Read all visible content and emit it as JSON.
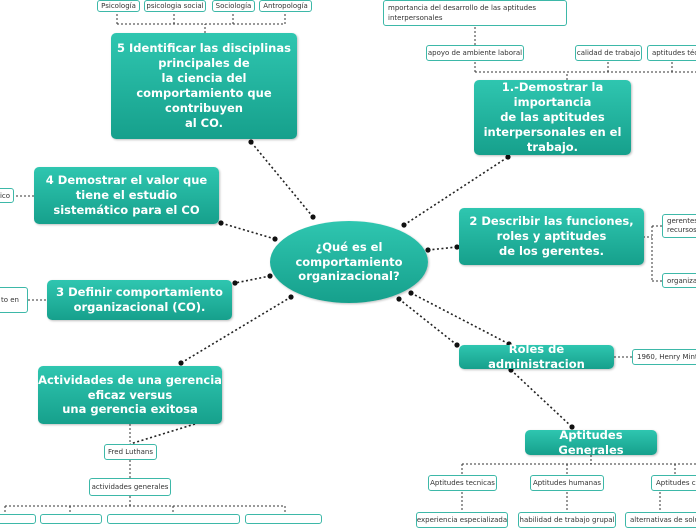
{
  "central": "¿Qué es el\ncomportamiento\norganizacional?",
  "objectives": {
    "obj1": "1.-Demostrar la importancia\nde las aptitudes\ninterpersonales en el\ntrabajo.",
    "obj2": "2 Describir las funciones,\nroles y aptitudes\nde los gerentes.",
    "obj3": "3 Definir comportamiento\norganizacional (CO).",
    "obj4": "4 Demostrar el valor que\ntiene el estudio\nsistemático para el CO",
    "obj5": "5 Identificar las disciplinas\nprincipales de\nla ciencia del\ncomportamiento que\ncontribuyen\nal CO."
  },
  "roles": "Roles de administracion",
  "aptitudes": "Aptitudes Generales",
  "actividades": "Actividades de una gerencia\neficaz versus\nuna gerencia exitosa",
  "disciplines": [
    "Psicología",
    "psicologia social",
    "Sociología",
    "Antropología"
  ],
  "obj1_tags": {
    "importancia": "mportancia del desarrollo de las aptitudes\ninterpersonales",
    "apoyo": "apoyo de ambiente  laboral",
    "calidad": "calidad de trabajo",
    "aptitudes_tec": "aptitudes técnic"
  },
  "obj2_tags": {
    "gerentes": "gerentes:\nrecursos",
    "organiza": "organiza"
  },
  "obj4_tag": "ico",
  "obj3_tag": "to en",
  "roles_tag": "1960, Henry Mintzb",
  "aptitudes_tags": [
    "Aptitudes tecnicas",
    "Aptitudes humanas",
    "Aptitudes co"
  ],
  "aptitudes_subtags": [
    "experiencia especializada",
    "habilidad de trabajo grupal",
    "alternativas de solu"
  ],
  "luthans_tag": "Fred Luthans",
  "actividades_tag": "actividades generales"
}
